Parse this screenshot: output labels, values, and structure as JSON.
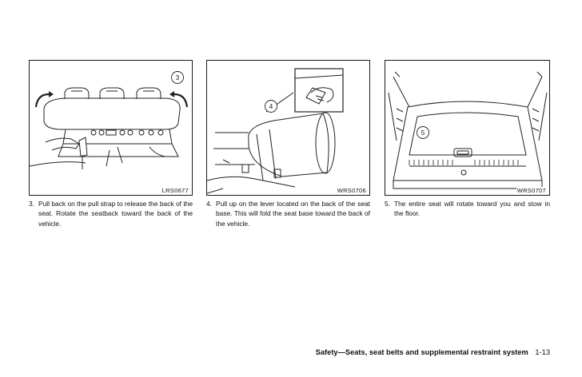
{
  "steps": [
    {
      "number": "3.",
      "text": "Pull back on the pull strap to release the back of the seat. Rotate the seatback toward the back of the vehicle.",
      "callout": "3",
      "figure_code": "LRS0677"
    },
    {
      "number": "4.",
      "text": "Pull up on the lever located on the back of the seat base. This will fold the seat base toward the back of the vehicle.",
      "callout": "4",
      "figure_code": "WRS0706"
    },
    {
      "number": "5.",
      "text": "The entire seat will rotate toward you and stow in the floor.",
      "callout": "5",
      "figure_code": "WRS0707"
    }
  ],
  "footer": {
    "section": "Safety—Seats, seat belts and supplemental restraint system",
    "page": "1-13"
  }
}
